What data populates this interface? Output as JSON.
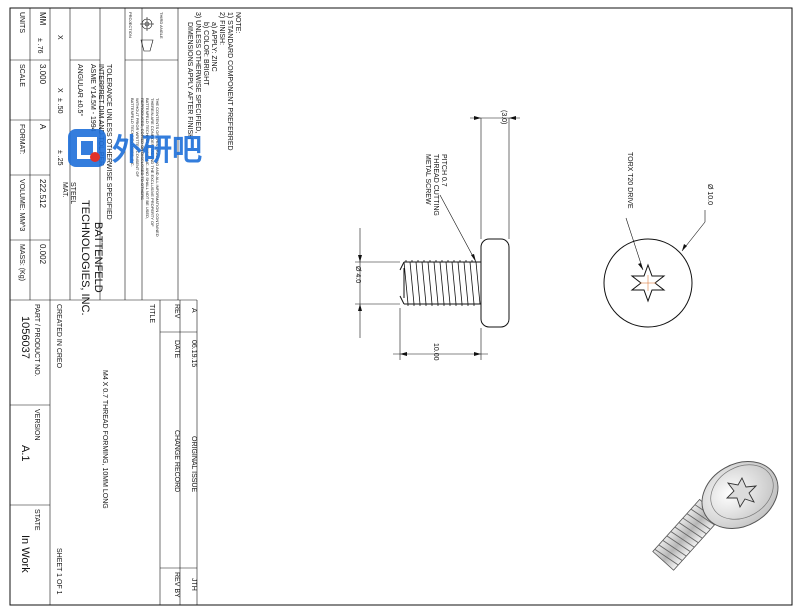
{
  "notes": {
    "heading": "NOTE:",
    "items": [
      "1) STANDARD COMPONENT PREFERRED",
      "2) FINISH:",
      "   a) APPLY: ZINC",
      "   b) COLOR: BRIGHT",
      "3) UNLESS OTHERWISE SPECIFIED,",
      "   DIMENSIONS APPLY AFTER FINISH"
    ]
  },
  "projection": {
    "label": "THIRD ANGLE",
    "title": "PROJECTION"
  },
  "tolerance": {
    "line1": "TOLERANCE UNLESS OTHERWISE SPECIFIED",
    "line2": "INTERPRET DIM AND TOL PER",
    "line3": "ASME Y14.5M - 1994",
    "line4": "ANGULAR ±0.5°",
    "x1_label": "X",
    "x1_val": "± .76",
    "x2_label": "X",
    "x2_val": "± .50",
    "x3_val": "± .25"
  },
  "confidential": {
    "lines": [
      "THE CONTENTS OF THIS DRAWING AND ALL INFORMATION CONTAINED",
      "THEREIN ARE CONFIDENTIAL AND THE EXCLUSIVE PROPERTY OF",
      "BATTENFELD TECHNOLOGIES, INC. AND SHALL NOT BE USED,",
      "REPRODUCED, COPIED OR DISCLOSED TO OTHERS",
      "WITHOUT PRIOR WRITTEN CONSENT OF",
      "BATTENFELD TECHNOLOGIES, INC."
    ]
  },
  "company": {
    "name1": "BATTENFELD",
    "name2": "TECHNOLOGIES, INC."
  },
  "material": {
    "label": "MAT.",
    "value": "STEEL"
  },
  "units": {
    "label": "UNITS",
    "value": "MM"
  },
  "scale": {
    "label": "SCALE",
    "value": "3.000"
  },
  "format": {
    "label": "FORMAT:",
    "value": "A"
  },
  "volume": {
    "label": "VOLUME: MM^3",
    "value": "222.512"
  },
  "mass": {
    "label": "MASS: (Kg)",
    "value": "0.002"
  },
  "revision_table": {
    "rev_header": "REV",
    "date_header": "DATE",
    "desc_header": "CHANGE RECORD",
    "by_header": "REV BY",
    "row": {
      "rev": "A",
      "date": "06.19.15",
      "desc": "ORIGINAL ISSUE",
      "by": "JTH"
    }
  },
  "title_block": {
    "title_label": "TITLE",
    "title_value": "M4 X 0.7 THREAD FORMING, 10MM LONG",
    "created_in": "CREATED IN CREO",
    "part_label": "PART / PRODUCT NO.",
    "part_value": "1056037",
    "version_label": "VERSION",
    "version_value": "A.1",
    "state_label": "STATE",
    "state_value": "In Work",
    "sheet": "SHEET 1 OF 1"
  },
  "annotations": {
    "dim_3": "(3.0)",
    "pitch_1": "PITCH 0.7",
    "pitch_2": "THREAD CUTTING",
    "pitch_3": "METAL SCREW",
    "dia_4": "Ø 4.0",
    "len_10": "10.00",
    "torx": "TORX T20 DRIVE",
    "dia_10": "Ø 10.0"
  },
  "watermark": {
    "text": "外研吧",
    "colors": {
      "accent": "#1e6fd9",
      "red": "#e0302a"
    }
  }
}
